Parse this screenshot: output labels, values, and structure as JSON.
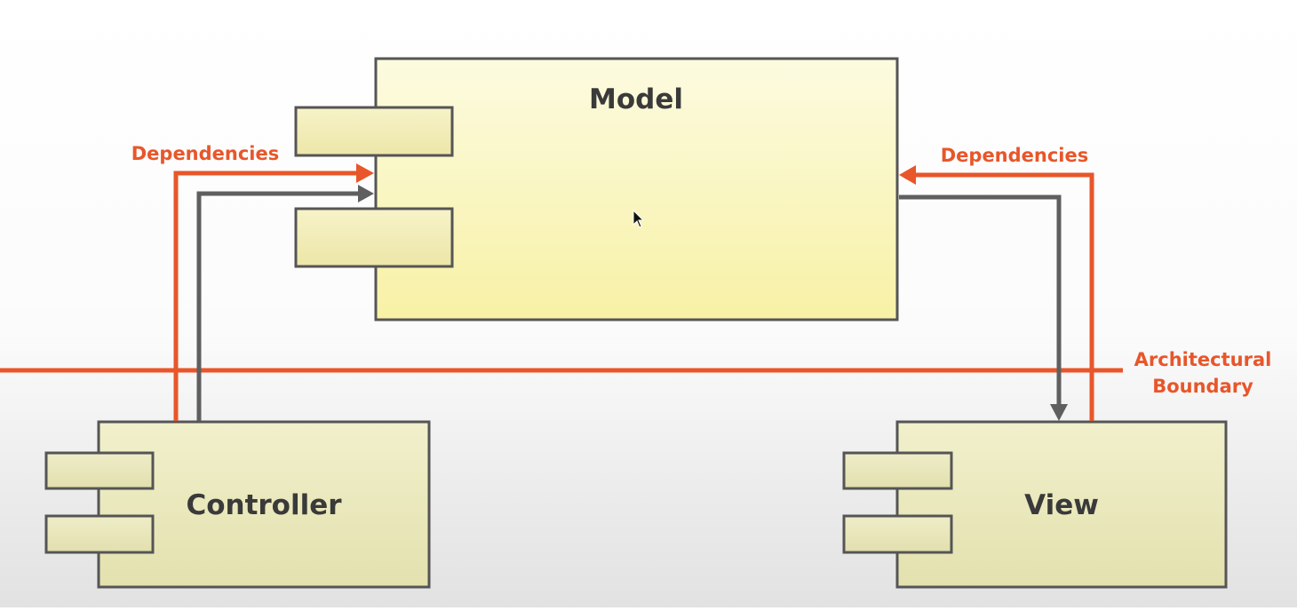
{
  "components": {
    "model": {
      "label": "Model"
    },
    "controller": {
      "label": "Controller"
    },
    "view": {
      "label": "View"
    }
  },
  "annotations": {
    "dependencies_left": "Dependencies",
    "dependencies_right": "Dependencies",
    "boundary_line1": "Architectural",
    "boundary_line2": "Boundary"
  },
  "colors": {
    "dependency": "#e8562a",
    "flow": "#5f5f5f",
    "model_fill_top": "#fcfbe0",
    "model_fill_bottom": "#f8f1a6",
    "component_fill_top": "#f1f0cc",
    "component_fill_bottom": "#e3e1ae",
    "text": "#3a3a3a"
  }
}
